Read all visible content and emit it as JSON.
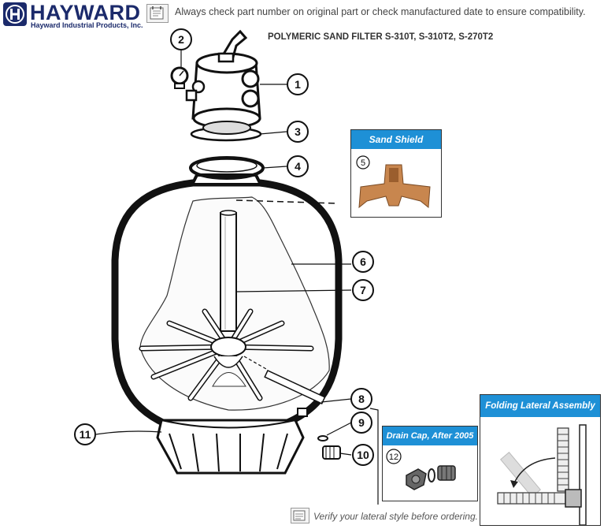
{
  "brand": {
    "name": "HAYWARD",
    "subtitle": "Hayward Industrial Products, Inc.",
    "color": "#1b2a6b"
  },
  "notice": "Always check part number on original part or check manufactured date to ensure compatibility.",
  "title": "POLYMERIC SAND FILTER S-310T, S-310T2, S-270T2",
  "callouts": [
    "1",
    "2",
    "3",
    "4",
    "5",
    "6",
    "7",
    "8",
    "9",
    "10",
    "11",
    "12"
  ],
  "panels": {
    "sand_shield": {
      "title": "Sand Shield",
      "callout": "5"
    },
    "drain_cap": {
      "title": "Drain Cap, After 2005",
      "callout": "12"
    },
    "folding_lateral": {
      "title": "Folding Lateral Assembly"
    }
  },
  "footer_note": "Verify your lateral style before ordering.",
  "accent_color": "#1e90d6",
  "shield_color": "#c8864e"
}
